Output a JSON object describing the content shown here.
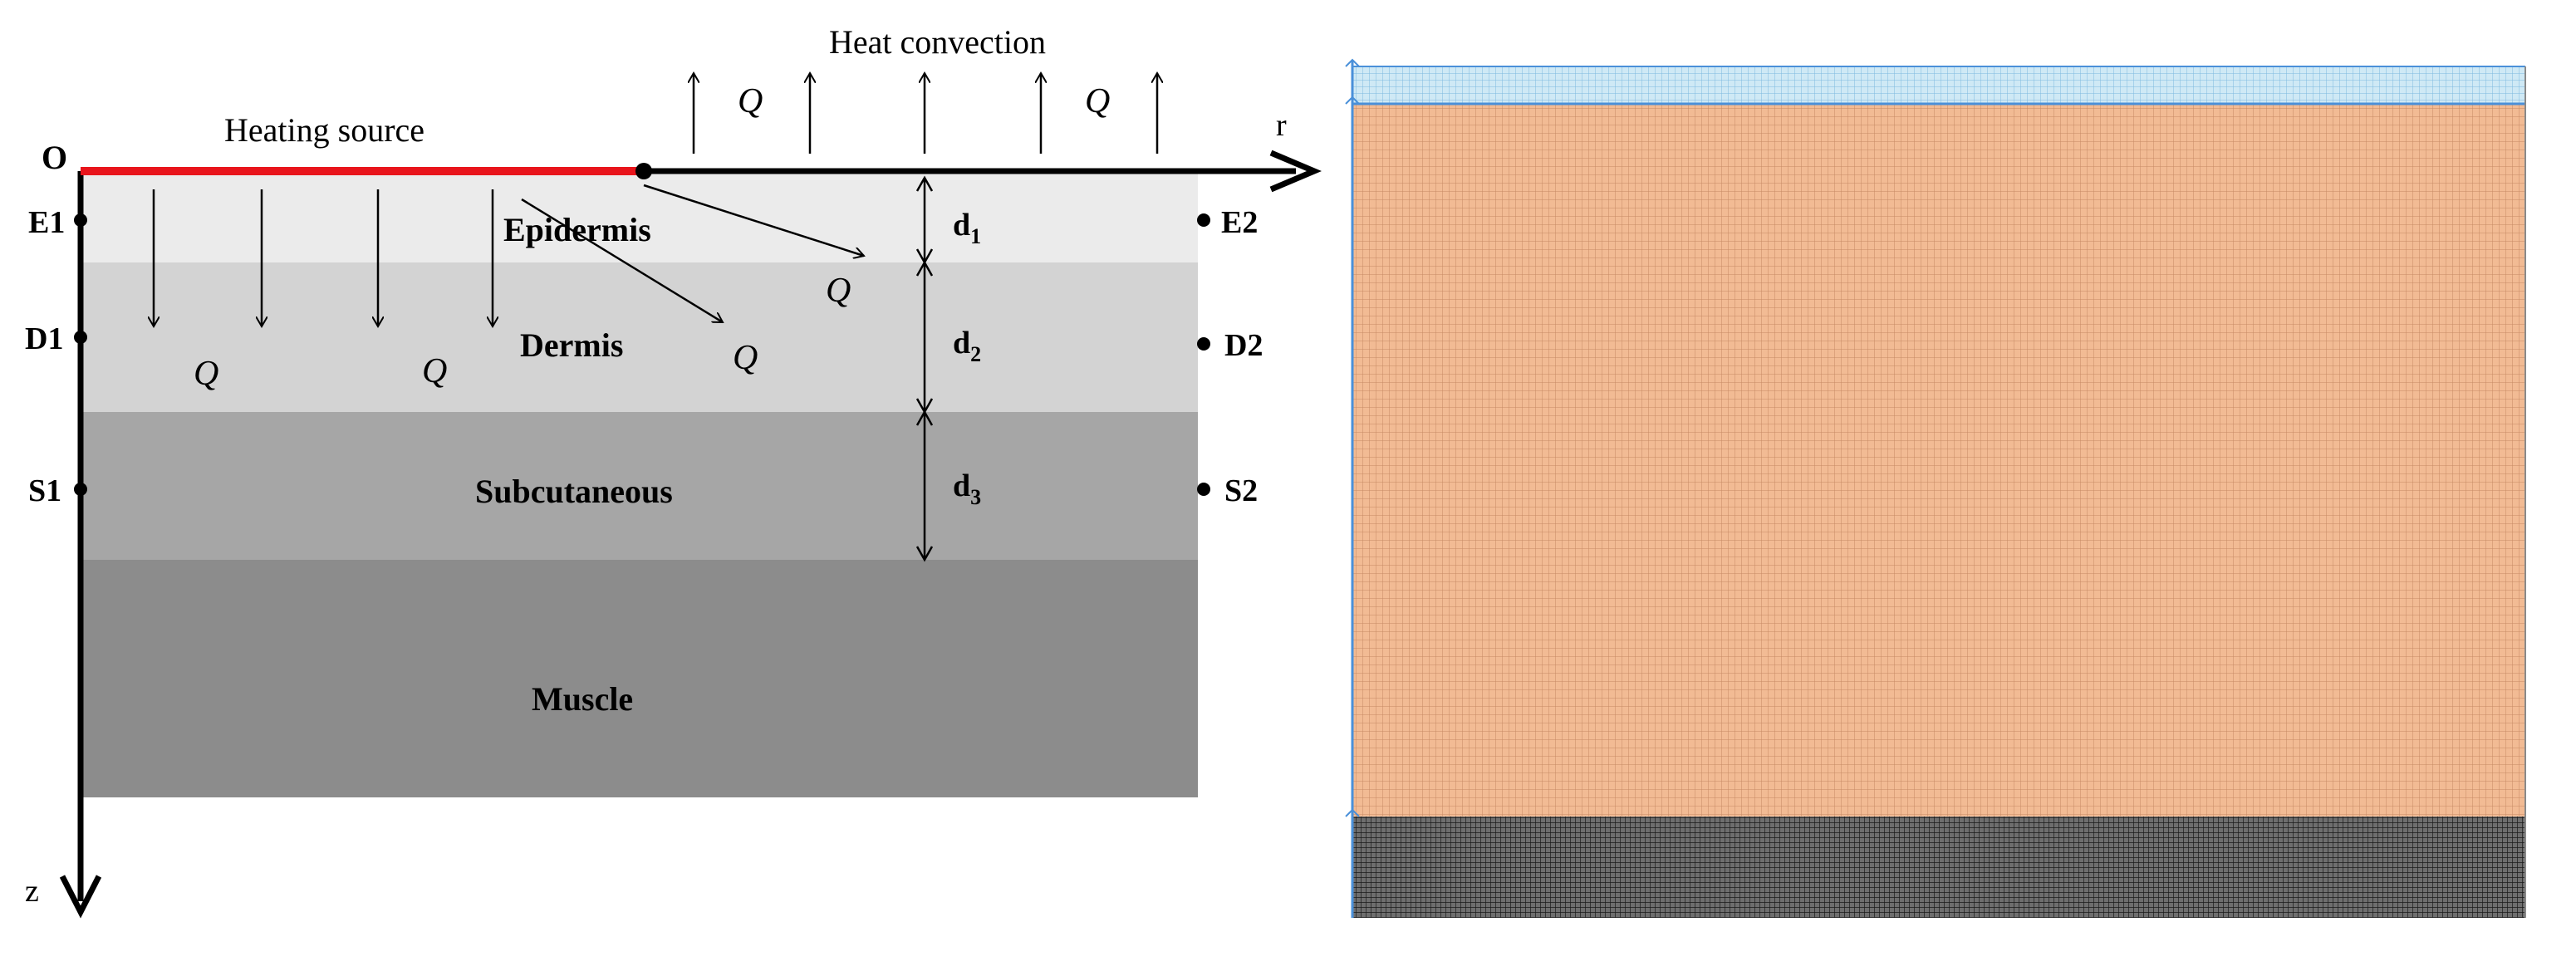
{
  "left": {
    "axis_origin": "O",
    "axis_r": "r",
    "axis_z": "z",
    "heating_source": "Heating source",
    "heat_convection": "Heat convection",
    "q_symbol": "Q",
    "layers": {
      "epidermis": "Epidermis",
      "dermis": "Dermis",
      "subcutaneous": "Subcutaneous",
      "muscle": "Muscle"
    },
    "points": {
      "e1": "E1",
      "d1": "D1",
      "s1": "S1",
      "e2": "E2",
      "d2": "D2",
      "s2": "S2"
    },
    "dimensions": {
      "d1": {
        "main": "d",
        "sub": "1"
      },
      "d2": {
        "main": "d",
        "sub": "2"
      },
      "d3": {
        "main": "d",
        "sub": "3"
      }
    },
    "colors": {
      "epidermis": "#ebebeb",
      "dermis": "#d3d3d3",
      "subcutaneous": "#a6a6a6",
      "muscle": "#8c8c8c",
      "heating_source": "#e8141b"
    }
  },
  "right": {
    "colors": {
      "top_region": "#cfe9f5",
      "middle_region": "#f2bb94",
      "bottom_region": "#6e6e6e",
      "border": "#4a90d9"
    }
  }
}
